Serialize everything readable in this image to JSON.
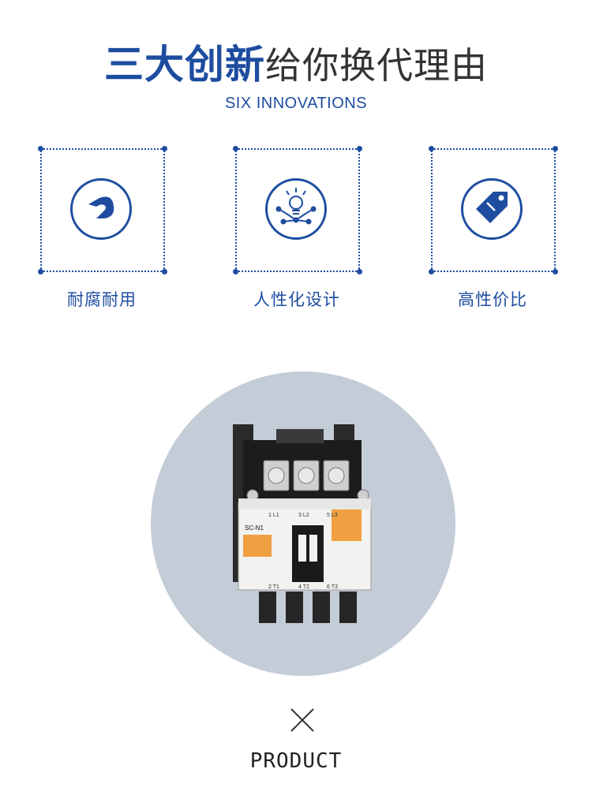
{
  "header": {
    "title_bold": "三大创新",
    "title_rest": "给你换代理由",
    "subtitle": "SIX INNOVATIONS"
  },
  "features": [
    {
      "label": "耐腐耐用",
      "icon": "arrow-hook-icon"
    },
    {
      "label": "人性化设计",
      "icon": "lightbulb-network-icon"
    },
    {
      "label": "高性价比",
      "icon": "price-tag-icon"
    }
  ],
  "product": {
    "separator": "×",
    "label": "PRODUCT",
    "device_texts": {
      "model": "SC-N1",
      "terminals_top": [
        "1 L1",
        "3 L2",
        "5 L3"
      ],
      "terminals_bottom": [
        "2 T1",
        "4 T2",
        "6 T3"
      ]
    }
  },
  "colors": {
    "brand_blue": "#1e4da0",
    "text_dark": "#333333",
    "product_bg": "#c4ccd8"
  }
}
